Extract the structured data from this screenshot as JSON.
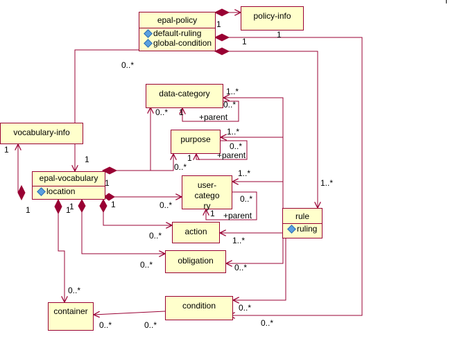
{
  "classes": {
    "epal_policy": {
      "name": "epal-policy",
      "attributes": [
        "default-ruling",
        "global-condition"
      ]
    },
    "policy_info": {
      "name": "policy-info"
    },
    "vocabulary_info": {
      "name": "vocabulary-info"
    },
    "epal_vocabulary": {
      "name": "epal-vocabulary",
      "attributes": [
        "location"
      ]
    },
    "data_category": {
      "name": "data-category"
    },
    "purpose": {
      "name": "purpose"
    },
    "user_category": {
      "name": "user-category",
      "name_wrapped": [
        "user-catego",
        "ry"
      ]
    },
    "action": {
      "name": "action"
    },
    "obligation": {
      "name": "obligation"
    },
    "rule": {
      "name": "rule",
      "attributes": [
        "ruling"
      ]
    },
    "condition": {
      "name": "condition"
    },
    "container": {
      "name": "container"
    }
  },
  "labels": {
    "policy_to_info": "1",
    "policy_condition_left": "1",
    "policy_condition_right": "1",
    "policy_vocab": "0..*",
    "vocab_1": "1",
    "vocab_info_1": "1",
    "vocab_left_1": "1",
    "vocab_1_a": "1",
    "vocab_1_b": "1",
    "vocab_1_c": "1",
    "vocab_1_d": "1",
    "dc_mult": "1..*",
    "dc_parent_0": "0..*",
    "dc_parent_1": "1",
    "dc_parent_role": "+parent",
    "dc_vocab": "0..*",
    "purpose_mult": "1..*",
    "purpose_parent_0": "0..*",
    "purpose_parent_1": "1",
    "purpose_parent_role": "+parent",
    "purpose_vocab": "0..*",
    "uc_mult": "1..*",
    "uc_parent_0": "0..*",
    "uc_parent_1": "1",
    "uc_parent_role": "+parent",
    "uc_vocab": "0..*",
    "rule_mult": "1..*",
    "action_mult": "1..*",
    "action_vocab": "0..*",
    "obligation_vocab": "0..*",
    "obligation_rule": "0..*",
    "condition_rule": "0..*",
    "condition_policy": "0..*",
    "container_vocab": "0..*",
    "container_right": "0..*",
    "condition_container": "0..*"
  },
  "colors": {
    "line": "#990033",
    "fill": "#ffffcc",
    "attr_icon": "#5aa0e0"
  },
  "icons": {
    "attribute": "diamond-attribute-icon",
    "composition": "filled-diamond-icon"
  }
}
